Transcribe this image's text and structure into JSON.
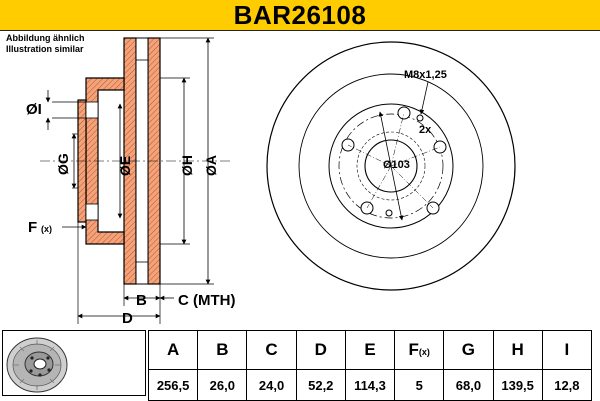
{
  "header": {
    "part_number": "BAR26108"
  },
  "caption": {
    "line1": "Abbildung ähnlich",
    "line2": "Illustration similar"
  },
  "side_view": {
    "label_I": "ØI",
    "label_G": "ØG",
    "label_E": "ØE",
    "label_H": "ØH",
    "label_A": "ØA",
    "label_F": "F",
    "label_F_sub": "(x)",
    "label_B": "B",
    "label_C": "C (MTH)",
    "label_D": "D"
  },
  "front_view": {
    "thread": "M8x1,25",
    "thread_count": "2x",
    "pcd": "Ø103"
  },
  "spec_table": {
    "headers": [
      "A",
      "B",
      "C",
      "D",
      "E",
      "F",
      "G",
      "H",
      "I"
    ],
    "header_F_sub": "(x)",
    "values": [
      "256,5",
      "26,0",
      "24,0",
      "52,2",
      "114,3",
      "5",
      "68,0",
      "139,5",
      "12,8"
    ]
  }
}
